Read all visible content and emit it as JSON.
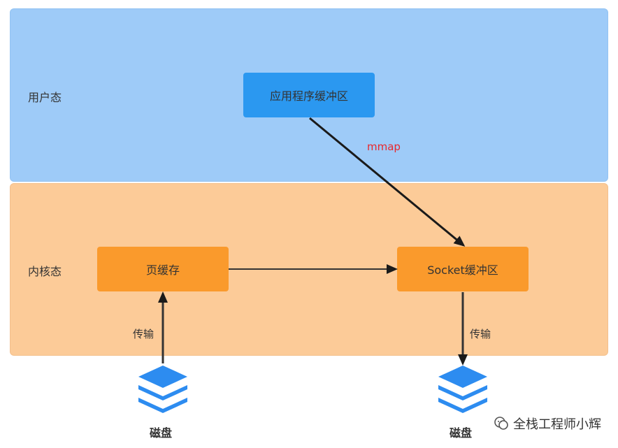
{
  "regions": {
    "user": {
      "label": "用户态"
    },
    "kernel": {
      "label": "内核态"
    }
  },
  "nodes": {
    "app_buffer": "应用程序缓冲区",
    "page_cache": "页缓存",
    "socket_buffer": "Socket缓冲区",
    "disk_left": "磁盘",
    "disk_right": "磁盘"
  },
  "edges": {
    "mmap": "mmap",
    "transfer_left": "传输",
    "transfer_right": "传输"
  },
  "watermark": "全栈工程师小辉",
  "colors": {
    "user_region": "#9ecbf8",
    "kernel_region": "#fccb98",
    "blue_box": "#2b98f0",
    "orange_box": "#fa9a2c",
    "mmap_label": "#e8282d"
  }
}
